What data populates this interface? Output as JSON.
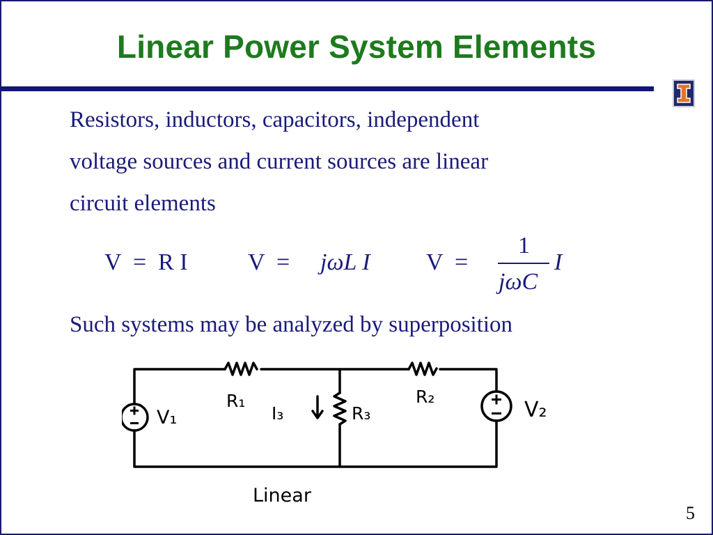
{
  "slide": {
    "title": "Linear Power System Elements",
    "bullet_lines": [
      "Resistors, inductors, capacitors, independent",
      "voltage sources and current sources are linear",
      "circuit elements"
    ],
    "equations": {
      "eq1": "V  =  R I",
      "eq2_lhs": "V  =",
      "eq2_rhs": "jωL I",
      "eq3_lhs": "V  =",
      "eq3_num": "1",
      "eq3_den": "jωC",
      "eq3_tail": "I"
    },
    "superposition_text": "Such systems may be analyzed by superposition",
    "circuit": {
      "labels": {
        "v1": "V₁",
        "r1": "R₁",
        "i3": "I₃",
        "r3": "R₃",
        "r2": "R₂",
        "v2": "V₂",
        "caption": "Linear"
      }
    },
    "page_number": "5"
  },
  "colors": {
    "title": "#1e7a1e",
    "body": "#1a1a7a",
    "rule": "#14147a",
    "frame": "#1a1a6e"
  },
  "icons": {
    "logo": "university-block-i-logo"
  }
}
